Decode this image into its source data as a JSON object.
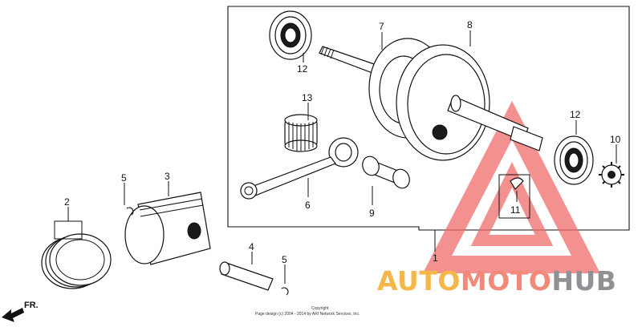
{
  "diagram": {
    "labels": {
      "l1": "1",
      "l2": "2",
      "l3": "3",
      "l4": "4",
      "l5a": "5",
      "l5b": "5",
      "l6": "6",
      "l7": "7",
      "l8": "8",
      "l9": "9",
      "l10": "10",
      "l11": "11",
      "l12a": "12",
      "l12b": "12",
      "l13": "13"
    },
    "direction": "FR.",
    "copyright_line1": "Copyright",
    "copyright_line2": "Page design (c) 2004 - 2014 by ARI Network Services, Inc."
  },
  "watermark": {
    "part1": "AUTO",
    "part2": "MOTO",
    "part3": "HUB",
    "colors": {
      "auto": "#f5b74a",
      "moto": "#f28a7a",
      "hub": "#8f9194",
      "triangle": "#f06b6b"
    }
  }
}
